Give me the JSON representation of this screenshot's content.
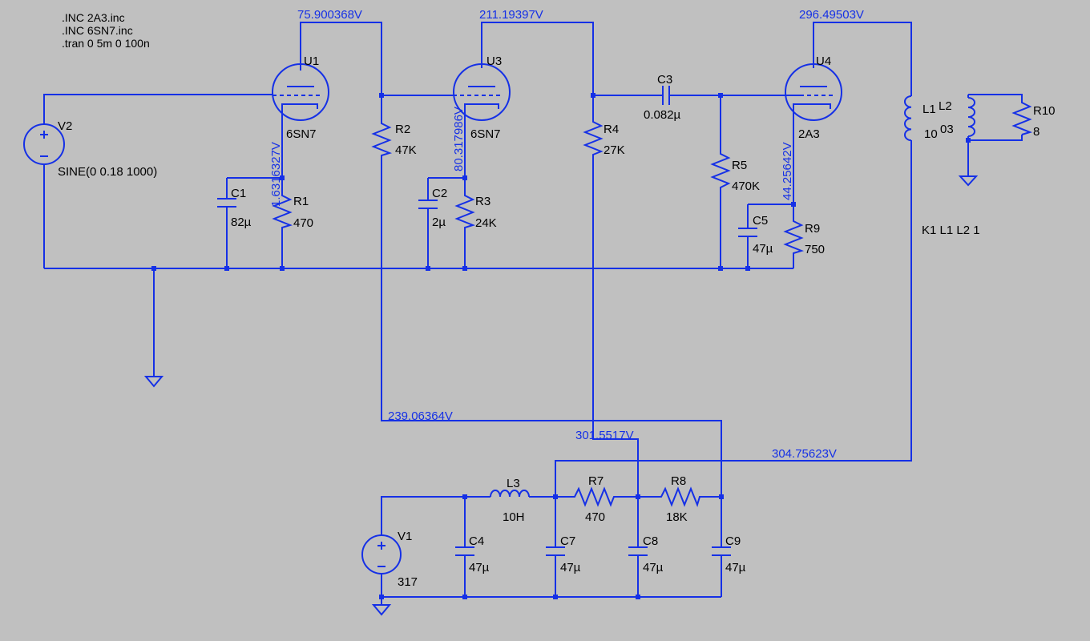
{
  "colors": {
    "background": "#c0c0c0",
    "wire": "#1530e6",
    "text": "#000000",
    "voltage": "#1530e6"
  },
  "directives": [
    ".INC 2A3.inc",
    ".INC 6SN7.inc",
    ".tran 0 5m 0 100n"
  ],
  "mutual_inductance": "K1 L1 L2 1",
  "components": {
    "V2": {
      "name": "V2",
      "value": "SINE(0 0.18 1000)"
    },
    "V1": {
      "name": "V1",
      "value": "317"
    },
    "U1": {
      "name": "U1",
      "value": "6SN7"
    },
    "U3": {
      "name": "U3",
      "value": "6SN7"
    },
    "U4": {
      "name": "U4",
      "value": "2A3"
    },
    "R1": {
      "name": "R1",
      "value": "470"
    },
    "R2": {
      "name": "R2",
      "value": "47K"
    },
    "R3": {
      "name": "R3",
      "value": "24K"
    },
    "R4": {
      "name": "R4",
      "value": "27K"
    },
    "R5": {
      "name": "R5",
      "value": "470K"
    },
    "R7": {
      "name": "R7",
      "value": "470"
    },
    "R8": {
      "name": "R8",
      "value": "18K"
    },
    "R9": {
      "name": "R9",
      "value": "750"
    },
    "R10": {
      "name": "R10",
      "value": "8"
    },
    "C1": {
      "name": "C1",
      "value": "82µ"
    },
    "C2": {
      "name": "C2",
      "value": "2µ"
    },
    "C3": {
      "name": "C3",
      "value": "0.082µ"
    },
    "C4": {
      "name": "C4",
      "value": "47µ"
    },
    "C5": {
      "name": "C5",
      "value": "47µ"
    },
    "C7": {
      "name": "C7",
      "value": "47µ"
    },
    "C8": {
      "name": "C8",
      "value": "47µ"
    },
    "C9": {
      "name": "C9",
      "value": "47µ"
    },
    "L1": {
      "name": "L1",
      "value": "10"
    },
    "L2": {
      "name": "L2",
      "value": "03"
    },
    "L3": {
      "name": "L3",
      "value": "10H"
    }
  },
  "voltages": {
    "u1_plate": "75.900368V",
    "u3_plate": "211.19397V",
    "u4_plate": "296.49503V",
    "u1_cathode": "1.6316327V",
    "u3_cathode": "80.317986V",
    "u4_cathode": "44.25642V",
    "b_plus_1": "239.06364V",
    "b_plus_2": "301.5517V",
    "b_plus_3": "304.75623V"
  }
}
